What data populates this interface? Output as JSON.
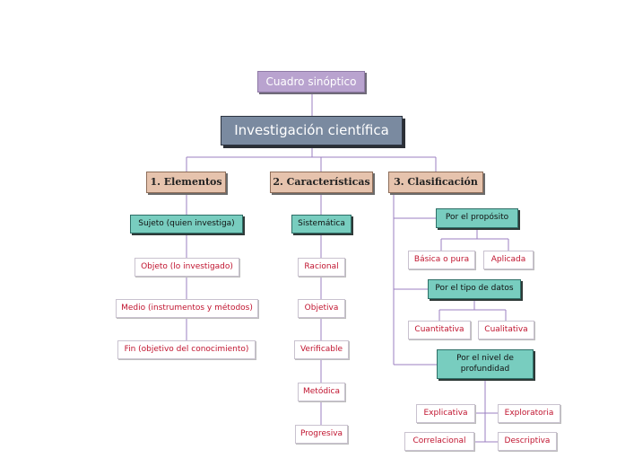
{
  "diagram": {
    "top": "Cuadro sinóptico",
    "main": "Investigación científica",
    "categories": {
      "elementos": "1. Elementos",
      "caracteristicas": "2. Características",
      "clasificacion": "3. Clasificación"
    },
    "elementos": {
      "sujeto": "Sujeto (quien investiga)",
      "objeto": "Objeto (lo investigado)",
      "medio": "Medio (instrumentos y métodos)",
      "fin": "Fin (objetivo del conocimiento)"
    },
    "caracteristicas": {
      "sistematica": "Sistemática",
      "racional": "Racional",
      "objetiva": "Objetiva",
      "verificable": "Verificable",
      "metodica": "Metódica",
      "progresiva": "Progresiva"
    },
    "clasificacion": {
      "proposito": "Por el propósito",
      "basica": "Básica o pura",
      "aplicada": "Aplicada",
      "tipo_datos": "Por el tipo de datos",
      "cuantitativa": "Cuantitativa",
      "cualitativa": "Cualitativa",
      "nivel": "Por el nivel de profundidad",
      "explicativa": "Explicativa",
      "exploratoria": "Exploratoria",
      "correlacional": "Correlacional",
      "descriptiva": "Descriptiva"
    }
  },
  "colors": {
    "connector": "#9b7fc0",
    "top_fill": "#b9a3cf",
    "main_fill": "#7a8aa0",
    "category_fill": "#e6c3ad",
    "teal_fill": "#78cdbf",
    "leaf_text": "#c0142f"
  }
}
